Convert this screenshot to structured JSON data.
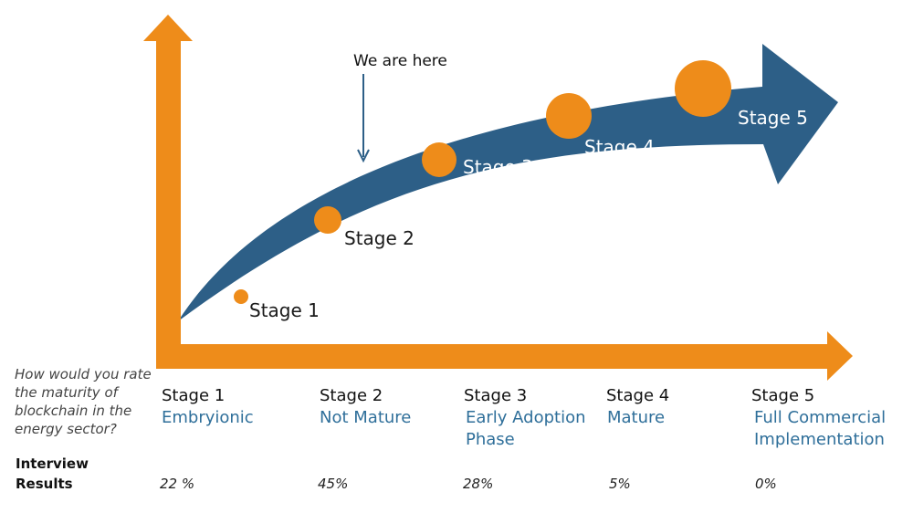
{
  "diagram": {
    "we_are_here": "We are here",
    "markers": [
      {
        "label": "Stage 1"
      },
      {
        "label": "Stage 2"
      },
      {
        "label": "Stage 3"
      },
      {
        "label": "Stage 4"
      },
      {
        "label": "Stage 5"
      }
    ],
    "colors": {
      "axis": "#ee8c1a",
      "curve": "#2d5f87",
      "marker": "#ee8c1a",
      "description": "#2f6f9a"
    }
  },
  "table": {
    "question": "How would you rate the maturity of blockchain in the energy sector?",
    "results_label": "Interview Results",
    "stages": [
      {
        "name": "Stage 1",
        "description": "Embryionic",
        "result": "22 %"
      },
      {
        "name": "Stage 2",
        "description": "Not Mature",
        "result": "45%"
      },
      {
        "name": "Stage 3",
        "description": "Early Adoption Phase",
        "result": "28%"
      },
      {
        "name": "Stage 4",
        "description": "Mature",
        "result": "5%"
      },
      {
        "name": "Stage 5",
        "description": "Full Commercial Implementation",
        "result": "0%"
      }
    ]
  }
}
